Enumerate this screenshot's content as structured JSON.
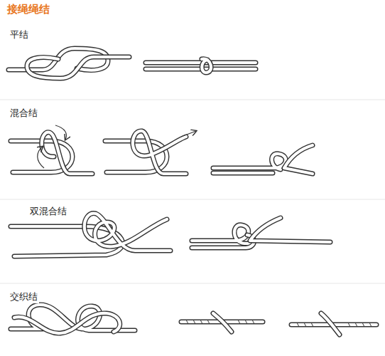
{
  "diagram": {
    "title": "接绳绳结",
    "labels": [
      "平结",
      "混合结",
      "双混合结",
      "交织结"
    ]
  }
}
